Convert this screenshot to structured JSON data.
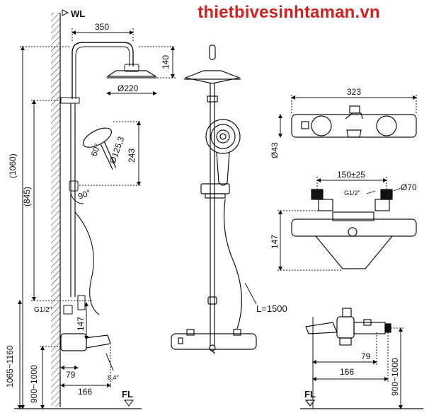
{
  "watermark": "thietbivesinhtaman.vn",
  "left_view": {
    "wall_label": "WL",
    "floor_label": "FL",
    "dims": {
      "arm_length": "350",
      "head_height": "140",
      "head_diameter": "Ø220",
      "hand_angle": "60°",
      "hand_diameter": "Ø125,3",
      "hand_drop": "243",
      "total_height": "(1060)",
      "rail_height": "(845)",
      "connector_angle": "90°",
      "inlet": "G1/2\"",
      "spout_height": "147",
      "mount_height": "1065~1160",
      "spout_from_wall": "900~1000",
      "spout_projection": "79",
      "body_depth": "166",
      "spout_tilt": "8.4°"
    }
  },
  "center_view": {
    "hose_length": "L=1500"
  },
  "right_views": {
    "top_width": "323",
    "top_diameter": "Ø43",
    "centers": "150±25",
    "inlet_thread": "G1/2\"",
    "escutcheon": "Ø70",
    "front_height": "147",
    "side_spout": "79",
    "side_depth": "166",
    "side_height": "900~1000",
    "floor_label": "FL"
  }
}
